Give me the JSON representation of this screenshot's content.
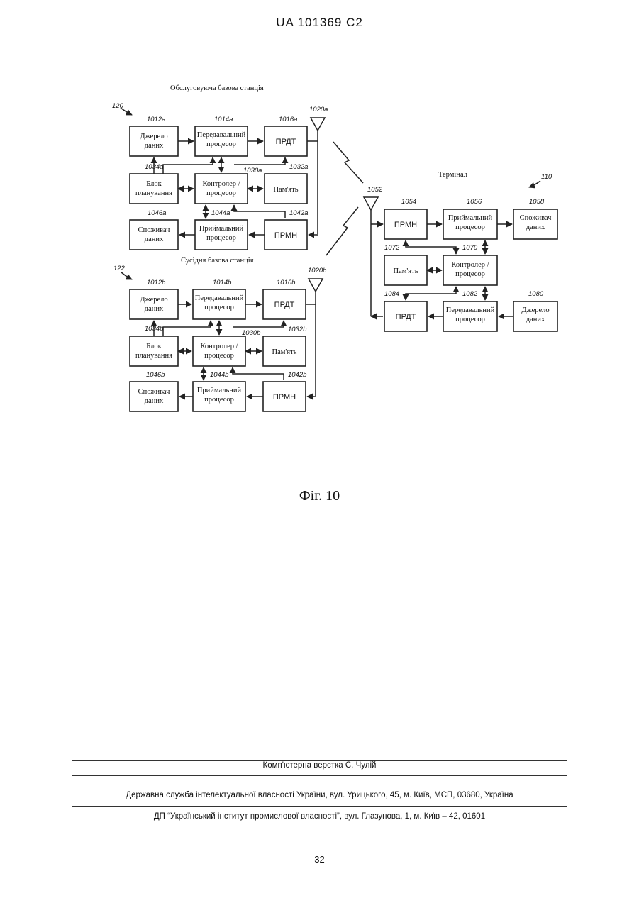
{
  "header": {
    "patent_number": "UA   101369   C2"
  },
  "diagram": {
    "serving_station": {
      "title": "Обслуговуюча базова станція",
      "ref": "120",
      "blocks": {
        "data_source": {
          "ref": "1012a",
          "line1": "Джерело",
          "line2": "даних"
        },
        "tx_processor": {
          "ref": "1014a",
          "line1": "Передавальний",
          "line2": "процесор"
        },
        "transmitter": {
          "ref": "1016a",
          "label": "ПРДТ"
        },
        "antenna": {
          "ref": "1020a"
        },
        "scheduler": {
          "ref": "1034a",
          "line1": "Блок",
          "line2": "планування"
        },
        "controller": {
          "ref": "1030a",
          "line1": "Контролер /",
          "line2": "процесор"
        },
        "memory": {
          "ref": "1032a",
          "label": "Пам'ять"
        },
        "data_sink": {
          "ref": "1046a",
          "line1": "Споживач",
          "line2": "даних"
        },
        "rx_processor": {
          "ref": "1044a",
          "line1": "Приймальний",
          "line2": "процесор"
        },
        "receiver": {
          "ref": "1042a",
          "label": "ПРМН"
        }
      }
    },
    "neighbor_station": {
      "title": "Сусідня базова станція",
      "ref": "122",
      "blocks": {
        "data_source": {
          "ref": "1012b",
          "line1": "Джерело",
          "line2": "даних"
        },
        "tx_processor": {
          "ref": "1014b",
          "line1": "Передавальний",
          "line2": "процесор"
        },
        "transmitter": {
          "ref": "1016b",
          "label": "ПРДТ"
        },
        "antenna": {
          "ref": "1020b"
        },
        "scheduler": {
          "ref": "1034b",
          "line1": "Блок",
          "line2": "планування"
        },
        "controller": {
          "ref": "1030b",
          "line1": "Контролер /",
          "line2": "процесор"
        },
        "memory": {
          "ref": "1032b",
          "label": "Пам'ять"
        },
        "data_sink": {
          "ref": "1046b",
          "line1": "Споживач",
          "line2": "даних"
        },
        "rx_processor": {
          "ref": "1044b",
          "line1": "Приймальний",
          "line2": "процесор"
        },
        "receiver": {
          "ref": "1042b",
          "label": "ПРМН"
        }
      }
    },
    "terminal": {
      "title": "Термінал",
      "ref": "110",
      "blocks": {
        "antenna": {
          "ref": "1052"
        },
        "receiver": {
          "ref": "1054",
          "label": "ПРМН"
        },
        "rx_processor": {
          "ref": "1056",
          "line1": "Приймальний",
          "line2": "процесор"
        },
        "data_sink": {
          "ref": "1058",
          "line1": "Споживач",
          "line2": "даних"
        },
        "memory": {
          "ref": "1072",
          "label": "Пам'ять"
        },
        "controller": {
          "ref": "1070",
          "line1": "Контролер /",
          "line2": "процесор"
        },
        "transmitter": {
          "ref": "1084",
          "label": "ПРДТ"
        },
        "tx_processor": {
          "ref": "1082",
          "line1": "Передавальний",
          "line2": "процесор"
        },
        "data_source": {
          "ref": "1080",
          "line1": "Джерело",
          "line2": "даних"
        }
      }
    },
    "figure_label": "Фіг. 10"
  },
  "footer": {
    "layout_credit": "Комп'ютерна верстка С. Чулій",
    "office": "Державна служба інтелектуальної власності України, вул. Урицького, 45, м. Київ, МСП, 03680, Україна",
    "institute": "ДП “Український інститут промислової власності”, вул. Глазунова, 1, м. Київ – 42, 01601",
    "page_number": "32"
  }
}
